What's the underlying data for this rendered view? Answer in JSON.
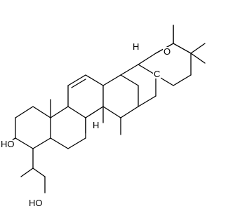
{
  "molecule": {
    "atom_labels": {
      "ho_top": "HO",
      "ho_bottom": "HO",
      "h_top": "H",
      "o_bridge": "O",
      "c_bridge": "C",
      "h_ring": "H"
    }
  }
}
